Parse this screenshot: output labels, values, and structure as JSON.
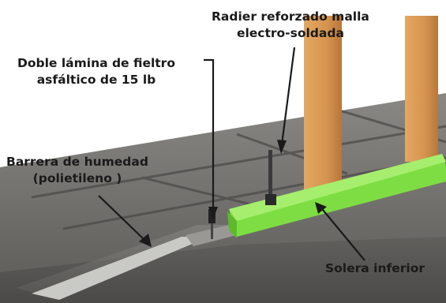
{
  "labels": {
    "radier": {
      "line1": "Radier reforzado malla",
      "line2": "electro-soldada"
    },
    "doble": {
      "line1": "Doble lámina de fieltro",
      "line2": "asfáltico de 15 lb"
    },
    "barrera": {
      "line1": "Barrera de humedad",
      "line2": "(polietileno )"
    },
    "solera": {
      "line1": "Solera inferior"
    }
  },
  "colors": {
    "slab": "#6e6c68",
    "slab_top": "#7c7a76",
    "sill": "#7fdd44",
    "stud": "#d79a55",
    "barrier": "#c9c9c6",
    "ink": "#1a1a1a"
  }
}
